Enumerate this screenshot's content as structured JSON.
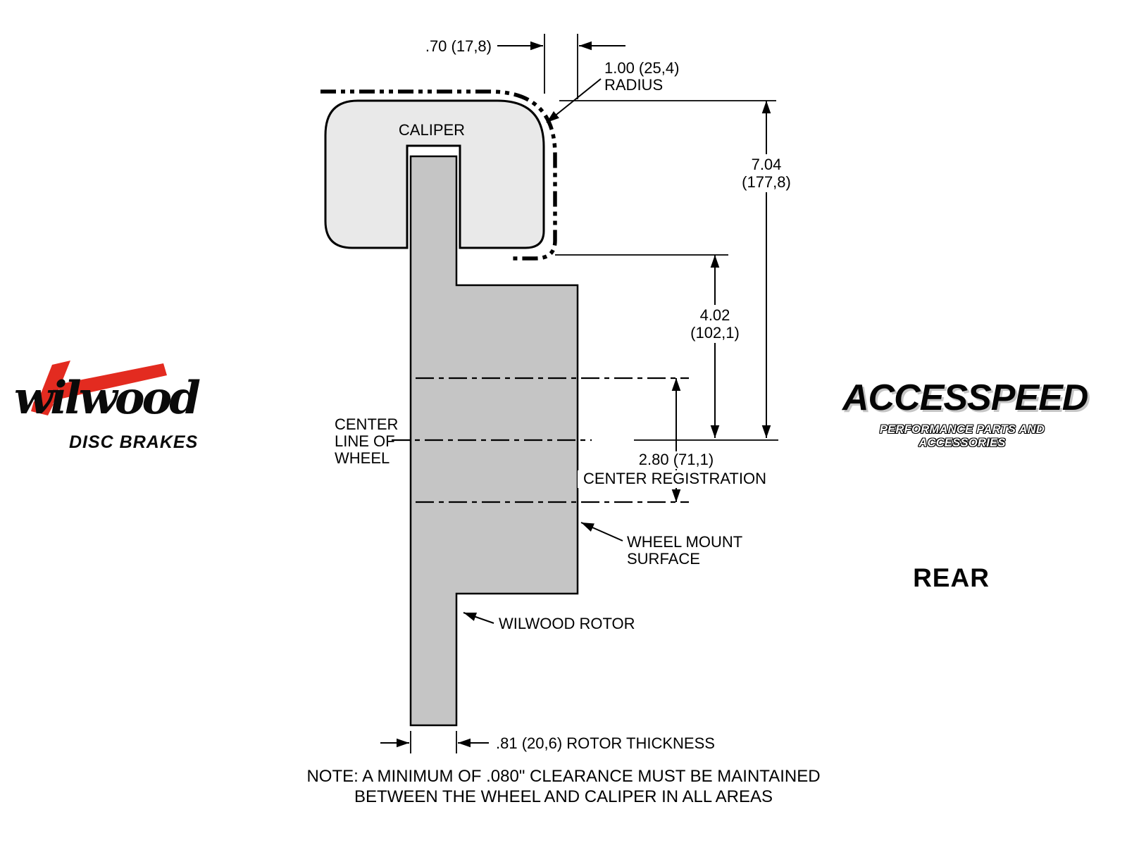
{
  "diagram": {
    "caliper_label": "CALIPER",
    "dims": {
      "caliper_offset": ".70 (17,8)",
      "radius_value": "1.00 (25,4)",
      "radius_word": "RADIUS",
      "overall_height_in": "7.04",
      "overall_height_mm": "(177,8)",
      "caliper_to_center_in": "4.02",
      "caliper_to_center_mm": "(102,1)",
      "center_registration_value": "2.80 (71,1)",
      "center_registration_label": "CENTER REGISTRATION",
      "rotor_thickness": ".81 (20,6) ROTOR THICKNESS"
    },
    "labels": {
      "center_line_1": "CENTER",
      "center_line_2": "LINE OF",
      "center_line_3": "WHEEL",
      "wheel_mount_1": "WHEEL MOUNT",
      "wheel_mount_2": "SURFACE",
      "rotor": "WILWOOD ROTOR"
    },
    "note_line1": "NOTE: A MINIMUM OF .080\" CLEARANCE MUST BE MAINTAINED",
    "note_line2": "BETWEEN THE WHEEL AND CALIPER IN ALL AREAS"
  },
  "branding": {
    "wilwood_name": "wilwood",
    "wilwood_tagline": "DISC BRAKES",
    "accesspeed_name": "ACCESSPEED",
    "accesspeed_tagline": "PERFORMANCE PARTS AND ACCESSORIES",
    "position_label": "REAR"
  },
  "colors": {
    "caliper_fill": "#e9e9e9",
    "rotor_fill": "#c5c5c5",
    "line": "#000000",
    "wilwood_red": "#e32b20"
  }
}
